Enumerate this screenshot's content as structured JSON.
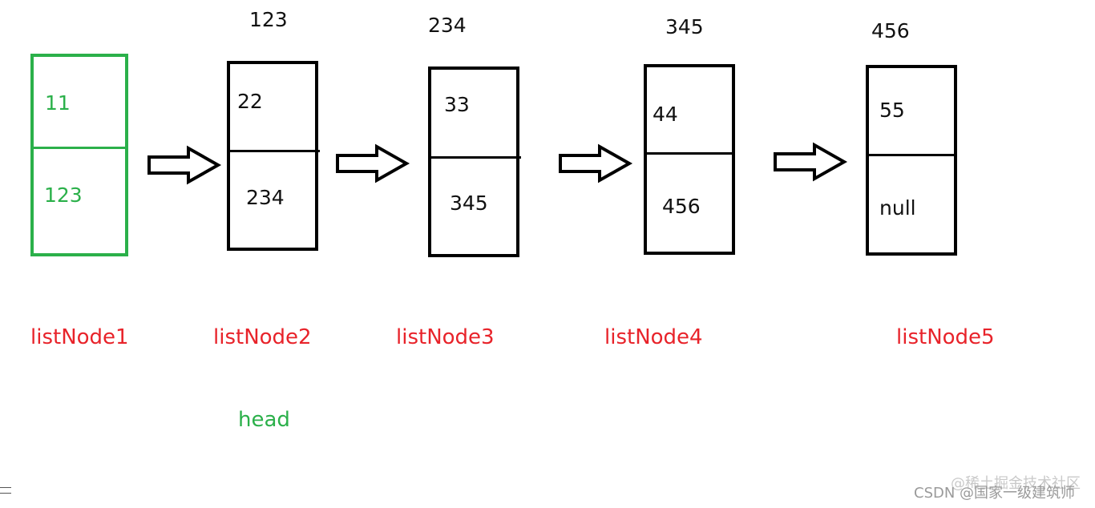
{
  "address_labels": [
    "123",
    "234",
    "345",
    "456"
  ],
  "nodes": [
    {
      "val": "11",
      "next": "123",
      "name": "listNode1"
    },
    {
      "val": "22",
      "next": "234",
      "name": "listNode2"
    },
    {
      "val": "33",
      "next": "345",
      "name": "listNode3"
    },
    {
      "val": "44",
      "next": "456",
      "name": "listNode4"
    },
    {
      "val": "55",
      "next": "null",
      "name": "listNode5"
    }
  ],
  "head_label": "head",
  "watermark": {
    "back": "@稀土掘金技术社区",
    "front": "CSDN @国家一级建筑师"
  },
  "colors": {
    "highlight": "#2bb04a",
    "node_name": "#e8232a",
    "border": "#000000"
  }
}
